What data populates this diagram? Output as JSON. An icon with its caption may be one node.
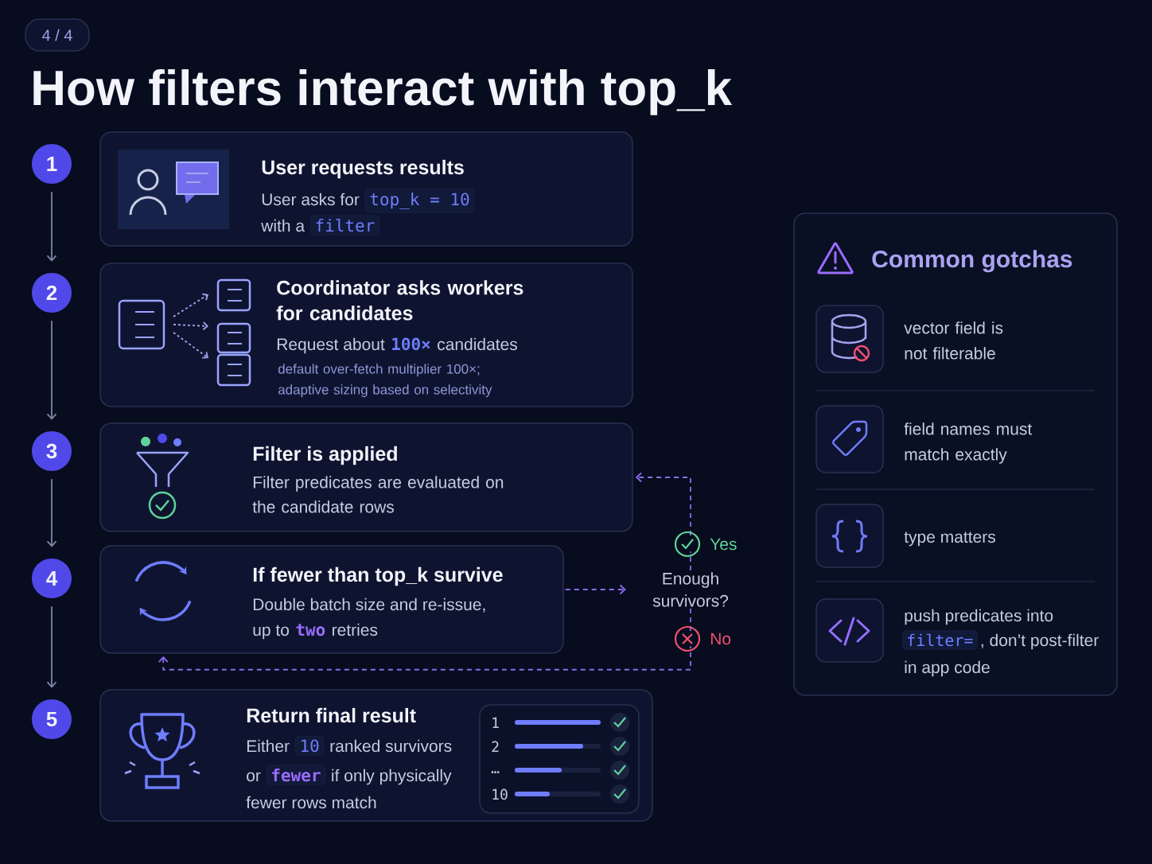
{
  "diagram": {
    "title": "How filters interact with top_k",
    "nodes": [
      {
        "text": [
          "4 / 4"
        ]
      },
      {
        "text": [
          "1"
        ]
      },
      {
        "text": [
          "User requests results",
          "User asks for",
          "top_k = 10",
          "with a",
          "filter"
        ]
      },
      {
        "text": [
          "2"
        ]
      },
      {
        "text": [
          "Coordinator asks workers for candidates",
          "Request about",
          "100×",
          "candidates",
          "default over-fetch multiplier 100×; adaptive sizing based on selectivity"
        ]
      },
      {
        "text": [
          "3"
        ]
      },
      {
        "text": [
          "Filter is applied",
          "Filter predicates are evaluated on the candidate rows"
        ]
      },
      {
        "text": [
          "4"
        ]
      },
      {
        "text": [
          "If fewer than top_k survive",
          "Double batch size and re-issue,",
          "up to",
          "two",
          "retries"
        ]
      },
      {
        "text": [
          "Enough survivors?"
        ]
      },
      {
        "text": [
          "5"
        ]
      },
      {
        "text": [
          "Return final result",
          "Either",
          "10",
          "ranked survivors",
          "or",
          "fewer",
          "if only physically",
          "fewer rows match"
        ]
      },
      {
        "text": [
          "1",
          "2",
          "…",
          "10"
        ],
        "in": 11
      },
      {
        "text": [
          "Common gotchas"
        ]
      }
    ],
    "edges": [
      {
        "from": 1,
        "to": 3,
        "arrow": "to"
      },
      {
        "from": 3,
        "to": 5,
        "arrow": "to"
      },
      {
        "from": 5,
        "to": 7,
        "arrow": "to"
      },
      {
        "from": 7,
        "to": 10,
        "arrow": "to"
      },
      {
        "from": 8,
        "to": 9,
        "arrow": "to",
        "style": "dashed",
        "color": "#8b6cf0"
      },
      {
        "from": 9,
        "to": 6,
        "arrow": "to",
        "label": "Yes",
        "style": "dashed",
        "color": "#8b6cf0"
      },
      {
        "from": 9,
        "to": 8,
        "arrow": "to",
        "label": "No",
        "style": "dashed",
        "color": "#8b6cf0"
      }
    ],
    "labels": [
      "vector field is not filterable",
      "field names must match exactly",
      "type matters",
      "push predicates into",
      "filter=",
      ", don’t post-filter",
      "in app code"
    ]
  }
}
